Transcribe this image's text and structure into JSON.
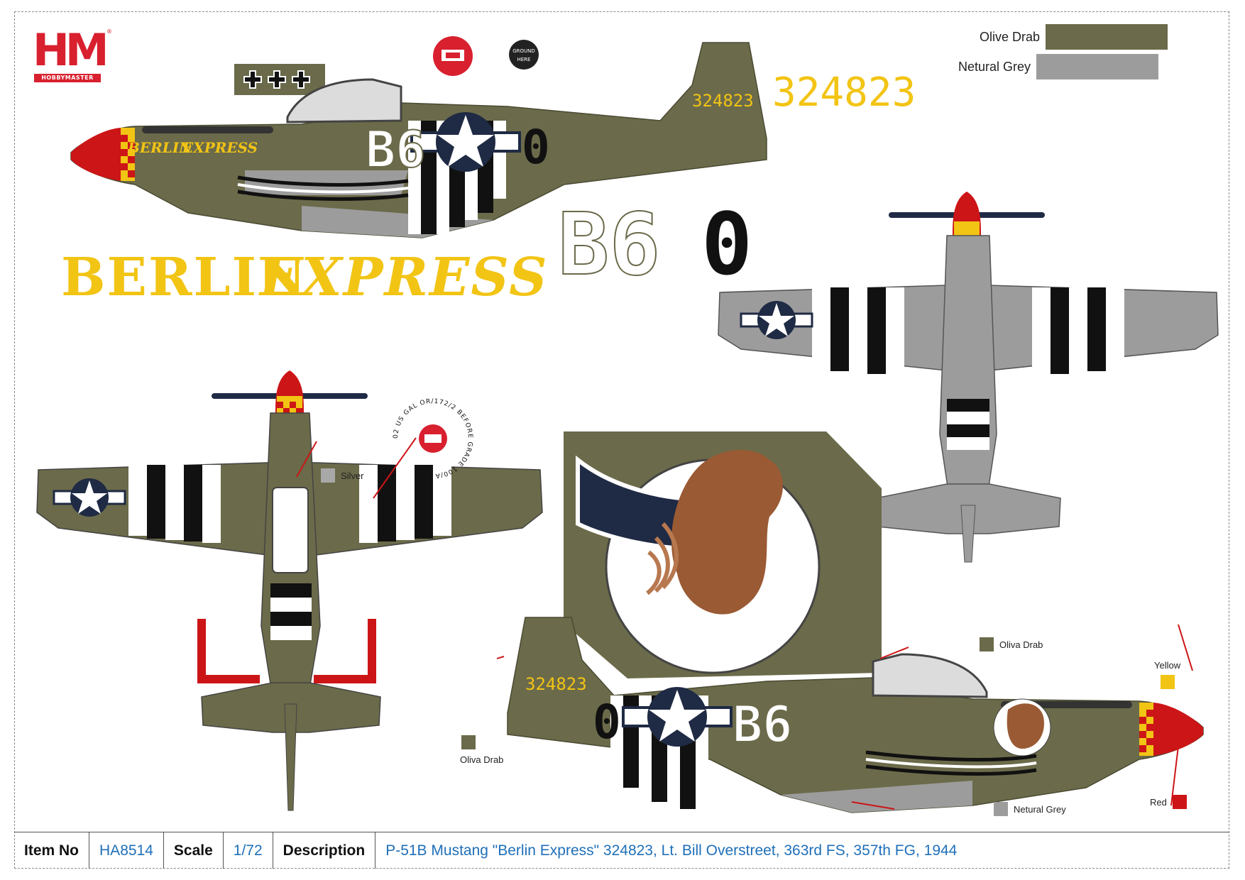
{
  "brand": {
    "logo_text": "HM",
    "logo_subtitle": "HOBBYMASTER",
    "trademark": "®"
  },
  "legend": [
    {
      "label": "Olive Drab",
      "color": "#6b6a4a"
    },
    {
      "label": "Netural Grey",
      "color": "#9c9c9c"
    }
  ],
  "decals": {
    "name_left": "BERLIN",
    "name_right": "EXPRESS",
    "serial": "324823",
    "code_letters": "B6",
    "code_zero": "0",
    "ground_label": "GROUND HERE",
    "fuel_label": "02  US GAL  OR/172/2  BEFORE  GRADE 100/A"
  },
  "callouts": {
    "silver": "Silver",
    "oliva_drab_top": "Oliva Drab",
    "oliva_drab_left": "Oliva Drab",
    "yellow": "Yellow",
    "red": "Red",
    "netural_grey": "Netural Grey"
  },
  "colors": {
    "olive": "#6b6a4a",
    "grey": "#9c9c9c",
    "silver": "#a8a8a8",
    "yellow": "#f2c414",
    "red": "#cc1517",
    "navy": "#1f2a44",
    "label_blue": "#1f6fb8"
  },
  "spec": {
    "item_no_label": "Item No",
    "item_no": "HA8514",
    "scale_label": "Scale",
    "scale": "1/72",
    "description_label": "Description",
    "description": "P-51B Mustang \"Berlin Express\" 324823, Lt. Bill Overstreet, 363rd FS, 357th FG, 1944"
  }
}
